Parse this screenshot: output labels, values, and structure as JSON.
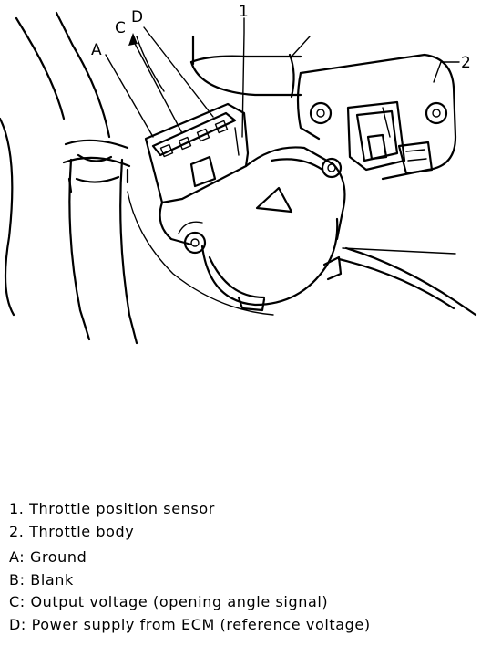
{
  "callouts": {
    "c1": "1",
    "c2": "2",
    "cA": "A",
    "cC": "C",
    "cD": "D"
  },
  "legend": {
    "items": [
      {
        "key": "1.",
        "text": "Throttle position sensor"
      },
      {
        "key": "2.",
        "text": "Throttle body"
      },
      {
        "key": "A:",
        "text": "Ground"
      },
      {
        "key": "B:",
        "text": "Blank"
      },
      {
        "key": "C:",
        "text": "Output voltage (opening angle signal)"
      },
      {
        "key": "D:",
        "text": "Power supply from ECM (reference voltage)"
      }
    ]
  }
}
